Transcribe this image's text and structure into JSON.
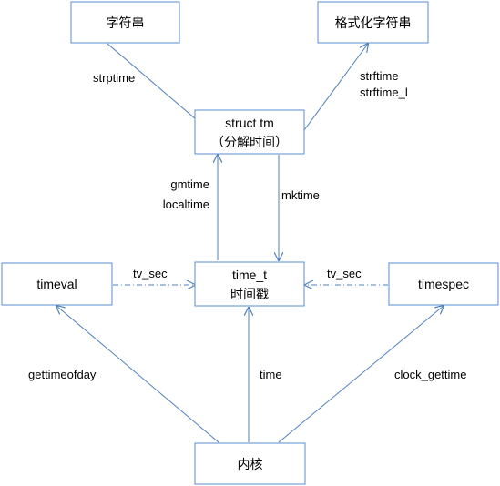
{
  "nodes": {
    "string": "字符串",
    "formatted_string": "格式化字符串",
    "struct_tm_line1": "struct tm",
    "struct_tm_line2": "（分解时间）",
    "time_t_line1": "time_t",
    "time_t_line2": "时间戳",
    "timeval": "timeval",
    "timespec": "timespec",
    "kernel": "内核"
  },
  "edges": {
    "strptime": "strptime",
    "strftime": "strftime",
    "strftime_l": "strftime_l",
    "gmtime": "gmtime",
    "localtime": "localtime",
    "mktime": "mktime",
    "tv_sec_left": "tv_sec",
    "tv_sec_right": "tv_sec",
    "gettimeofday": "gettimeofday",
    "time": "time",
    "clock_gettime": "clock_gettime"
  },
  "colors": {
    "box_border": "#5b8dd1",
    "arrow": "#4f81bd",
    "text": "#000000",
    "background": "#ffffff"
  }
}
